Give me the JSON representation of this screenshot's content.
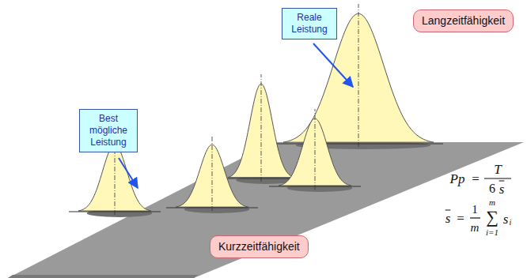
{
  "diagram": {
    "nodes": [
      {
        "text": [
          "Reale Leistung"
        ]
      },
      {
        "text": [
          "Langzeitfähigkeit"
        ]
      },
      {
        "text": [
          "Best mögliche Leistung"
        ]
      },
      {
        "text": [
          "Kurzzeitfähigkeit"
        ]
      }
    ],
    "labels": [
      "Pp",
      "=",
      "T",
      "6",
      "s",
      "s",
      "=",
      "1",
      "m",
      "m",
      "∑",
      "i=1",
      "s",
      "i"
    ]
  }
}
